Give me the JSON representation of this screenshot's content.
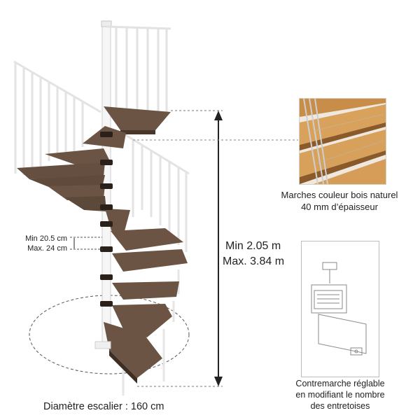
{
  "dimensions": {
    "step_height": {
      "min": "Min 20.5 cm",
      "max": "Max. 24 cm"
    },
    "total_height": {
      "min": "Min 2.05 m",
      "max": "Max. 3.84 m"
    },
    "diameter": "Diamètre escalier : 160 cm"
  },
  "steps_info": {
    "line1": "Marches couleur bois naturel",
    "line2": "40 mm d’épaisseur"
  },
  "riser_info": {
    "line1": "Contremarche réglable",
    "line2": "en modifiant le nombre",
    "line3": "des entretoises"
  },
  "colors": {
    "wood_dark": "#5a4536",
    "wood_top": "#6b5443",
    "rail": "#f4f4f4",
    "rail_stroke": "#c9c9c9",
    "oak_light": "#d9a25c",
    "dimension_line": "#222222"
  }
}
